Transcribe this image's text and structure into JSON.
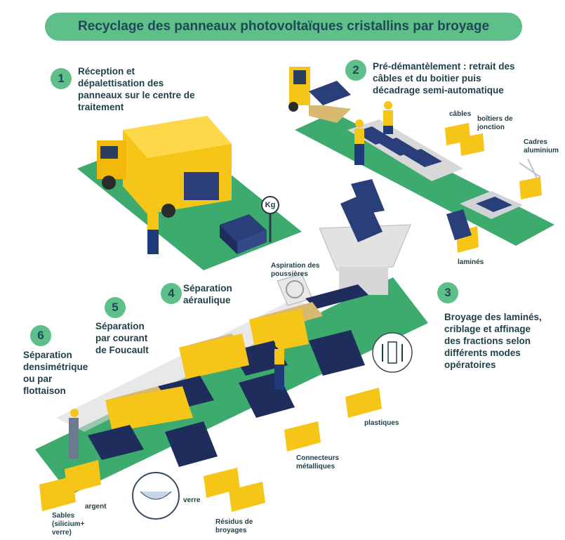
{
  "title": "Recyclage des panneaux photovoltaïques cristallins par broyage",
  "steps": [
    {
      "num": "1",
      "text": "Réception et dépalettisation des panneaux sur le centre de traitement"
    },
    {
      "num": "2",
      "text": "Pré-démantèlement : retrait des câbles et du boitier puis décadrage semi-automatique"
    },
    {
      "num": "3",
      "text": "Broyage des laminés, criblage et affinage des fractions selon différents modes opératoires"
    },
    {
      "num": "4",
      "text": "Séparation aéraulique"
    },
    {
      "num": "5",
      "text": "Séparation par courant de Foucault"
    },
    {
      "num": "6",
      "text": "Séparation densimétrique ou par flottaison"
    }
  ],
  "labels": {
    "kg": "Kg",
    "cables": "câbles",
    "junction": "boîtiers de jonction",
    "frames": "Cadres aluminium",
    "laminates": "laminés",
    "dust": "Aspiration des poussières",
    "plastics": "plastiques",
    "metal": "Connecteurs métalliques",
    "residues": "Résidus de broyages",
    "glass": "verre",
    "silver": "argent",
    "sands": "Sables (silicium+ verre)"
  },
  "colors": {
    "green": "#3daa6e",
    "light_green": "#5fbf8a",
    "yellow": "#f5c518",
    "navy": "#1f2d5c",
    "text": "#1f3f46"
  }
}
